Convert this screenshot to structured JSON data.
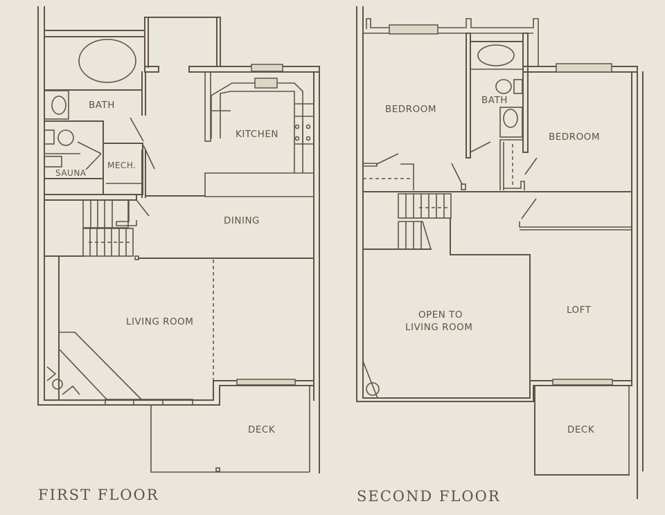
{
  "plans": [
    {
      "title": "FIRST FLOOR",
      "rooms": {
        "bath": "BATH",
        "kitchen": "KITCHEN",
        "sauna": "SAUNA",
        "mech": "MECH.",
        "dining": "DINING",
        "living_room": "LIVING ROOM",
        "deck": "DECK"
      }
    },
    {
      "title": "SECOND FLOOR",
      "rooms": {
        "bedroom_left": "BEDROOM",
        "bath": "BATH",
        "bedroom_right": "BEDROOM",
        "open_to_living_room_line1": "OPEN TO",
        "open_to_living_room_line2": "LIVING ROOM",
        "loft": "LOFT",
        "deck": "DECK"
      }
    }
  ],
  "colors": {
    "background": "#ebe6db",
    "line": "#5e5344",
    "window_fill": "#d9d8c6"
  }
}
